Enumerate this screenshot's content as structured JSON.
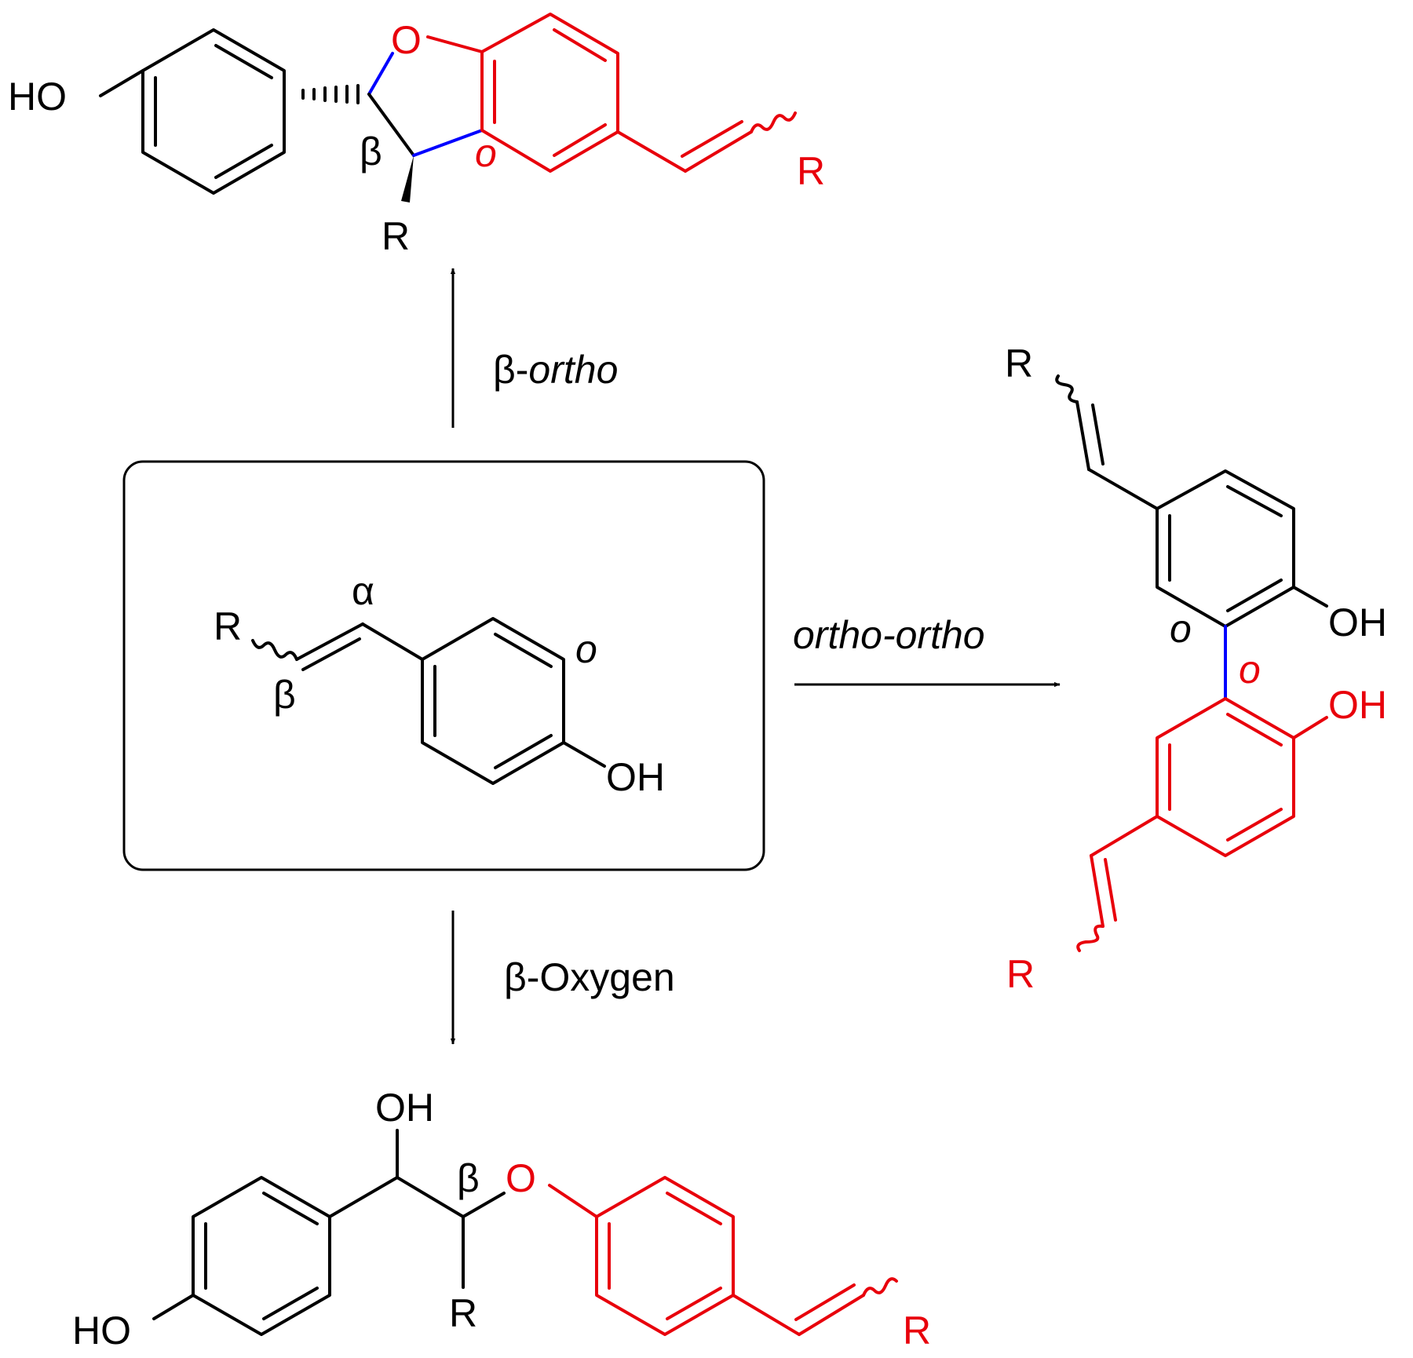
{
  "colors": {
    "bond": "#000000",
    "new_ring": "#e8000b",
    "new_bond": "#0000ff"
  },
  "reactant": {
    "label_R": "R",
    "label_alpha": "α",
    "label_beta": "β",
    "label_ortho": "o",
    "label_OH": "OH"
  },
  "pathways": {
    "beta_ortho": {
      "label_prefix": "β-",
      "label_italic": "ortho"
    },
    "ortho_ortho": {
      "label": "ortho-ortho"
    },
    "beta_oxygen": {
      "label": "β-Oxygen"
    }
  },
  "product_beta_ortho": {
    "label_HO": "HO",
    "label_O": "O",
    "label_beta": "β",
    "label_o": "o",
    "label_R_ring": "R",
    "label_R_chain": "R"
  },
  "product_ortho_ortho": {
    "label_R_top": "R",
    "label_OH_top": "OH",
    "label_o_top": "o",
    "label_o_bottom": "o",
    "label_OH_bottom": "OH",
    "label_R_bottom": "R"
  },
  "product_beta_oxygen": {
    "label_OH": "OH",
    "label_beta": "β",
    "label_O": "O",
    "label_HO": "HO",
    "label_R_chain": "R",
    "label_R_vinyl": "R"
  }
}
